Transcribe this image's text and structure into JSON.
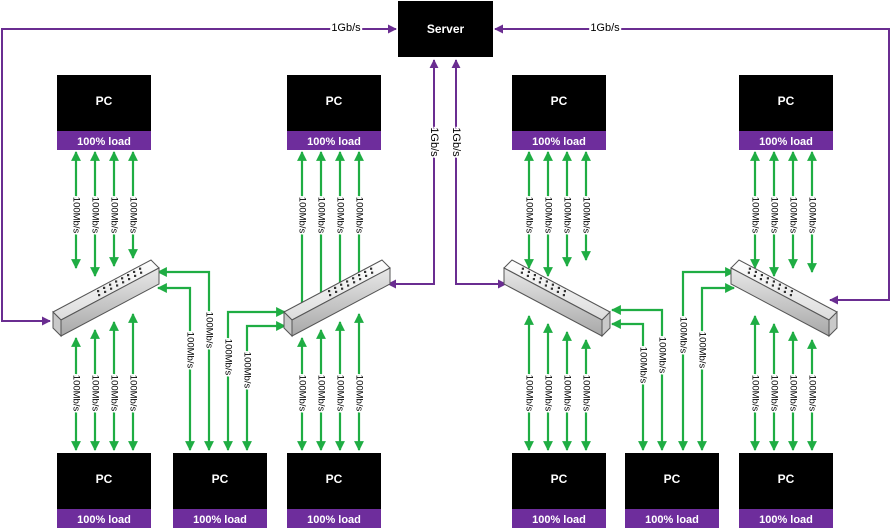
{
  "colors": {
    "server_link": "#6a2d91",
    "pc_link": "#1fad43",
    "load_bar": "#6e2d9c",
    "box": "#000000"
  },
  "server": {
    "label": "Server"
  },
  "labels": {
    "pc": "PC",
    "load": "100% load",
    "uplink": "1Gb/s",
    "pc_link": "100Mb/s"
  }
}
